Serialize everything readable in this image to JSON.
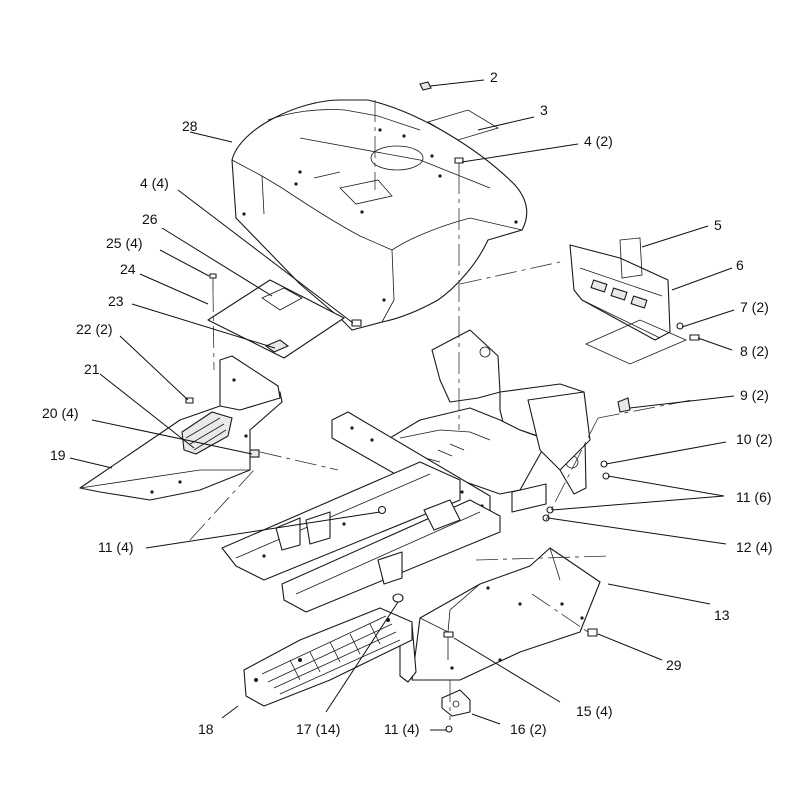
{
  "callouts": {
    "c2": "2",
    "c3": "3",
    "c4_2": "4 (2)",
    "c28": "28",
    "c4_4": "4 (4)",
    "c26": "26",
    "c25_4": "25 (4)",
    "c24": "24",
    "c23": "23",
    "c22_2": "22 (2)",
    "c21": "21",
    "c20_4": "20 (4)",
    "c19": "19",
    "c5": "5",
    "c6": "6",
    "c7_2": "7 (2)",
    "c8_2": "8 (2)",
    "c9_2": "9 (2)",
    "c10_2": "10 (2)",
    "c11_6": "11 (6)",
    "c12_4": "12 (4)",
    "c11_4_left": "11 (4)",
    "c13": "13",
    "c29": "29",
    "c15_4": "15 (4)",
    "c16_2": "16 (2)",
    "c11_4_bottom": "11 (4)",
    "c17_14": "17 (14)",
    "c18": "18"
  }
}
